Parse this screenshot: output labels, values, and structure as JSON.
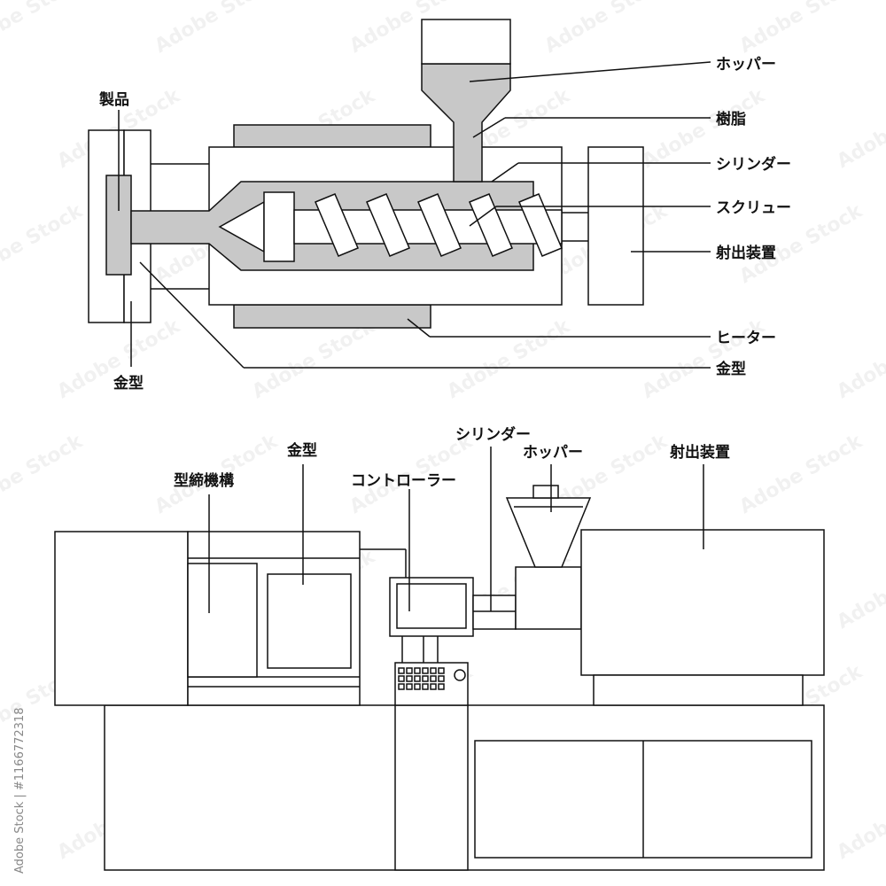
{
  "top_diagram": {
    "labels": {
      "hopper": "ホッパー",
      "resin": "樹脂",
      "cylinder": "シリンダー",
      "screw": "スクリュー",
      "injection_unit": "射出装置",
      "heater": "ヒーター",
      "mold_right": "金型",
      "product": "製品",
      "mold_left": "金型"
    }
  },
  "bottom_diagram": {
    "labels": {
      "clamping_unit": "型締機構",
      "mold": "金型",
      "controller": "コントローラー",
      "cylinder": "シリンダー",
      "hopper": "ホッパー",
      "injection_unit": "射出装置"
    }
  },
  "stock_id": "Adobe Stock | #1166772318",
  "watermark_text": "Adobe Stock",
  "colors": {
    "line": "#111111",
    "fill_grey": "#c8c8c8",
    "background": "#ffffff"
  }
}
